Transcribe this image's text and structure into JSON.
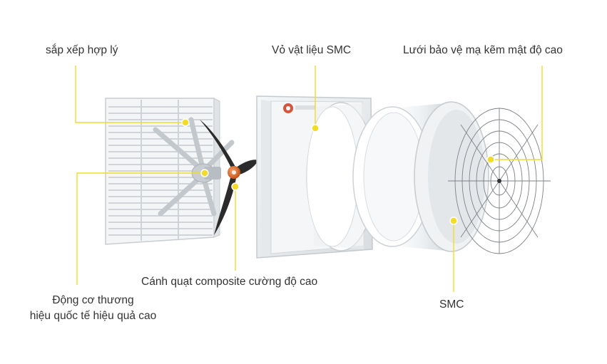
{
  "labels": {
    "grille": "sắp xếp hợp lý",
    "shell": "Vỏ vật liệu SMC",
    "guard": "Lưới bảo vệ mạ kẽm mật độ cao",
    "blade": "Cánh quạt composite cường độ cao",
    "motor_line1": "Động cơ thương",
    "motor_line2": "hiệu quốc tế hiệu quả cao",
    "cone": "SMC"
  },
  "colors": {
    "leader": "#f2dc2a",
    "dot": "#f2dc2a",
    "text": "#333333",
    "blade": "#2b2b2b",
    "hub": "#e2702a"
  }
}
